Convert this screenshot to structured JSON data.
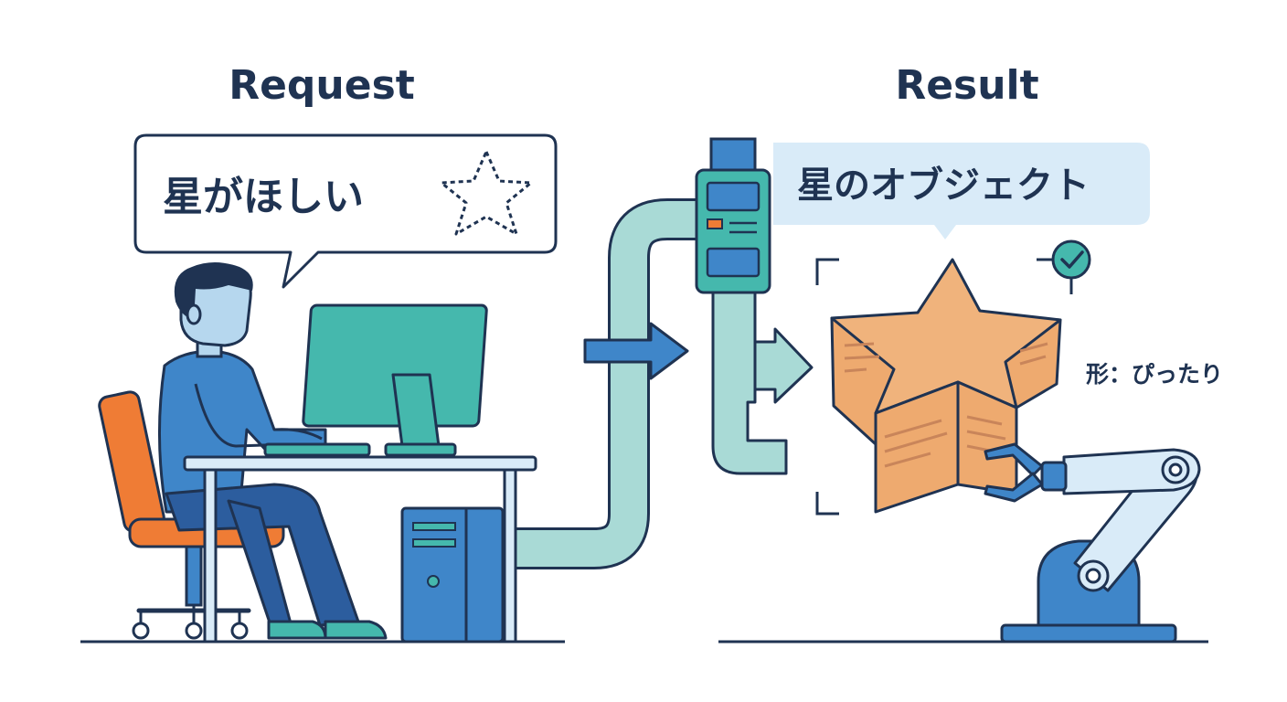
{
  "headings": {
    "request": "Request",
    "result": "Result"
  },
  "request_bubble": {
    "text": "星がほしい",
    "icon": "dashed-star-icon"
  },
  "result_bubble": {
    "text": "星のオブジェクト"
  },
  "shape_note": {
    "text": "形：ぴったり"
  },
  "colors": {
    "navy": "#1f3352",
    "blue": "#3f86c9",
    "teal": "#45b8ad",
    "light_pipe": "#a9dad6",
    "orange": "#ef7c35",
    "cardboard": "#eeaa6f",
    "check_green": "#45b8ad",
    "label_bg": "#d9ebf8"
  },
  "icons": [
    "dashed-star-icon",
    "check-circle-icon",
    "arrow-right-icon",
    "robot-arm-icon",
    "computer-monitor-icon",
    "pc-tower-icon"
  ]
}
